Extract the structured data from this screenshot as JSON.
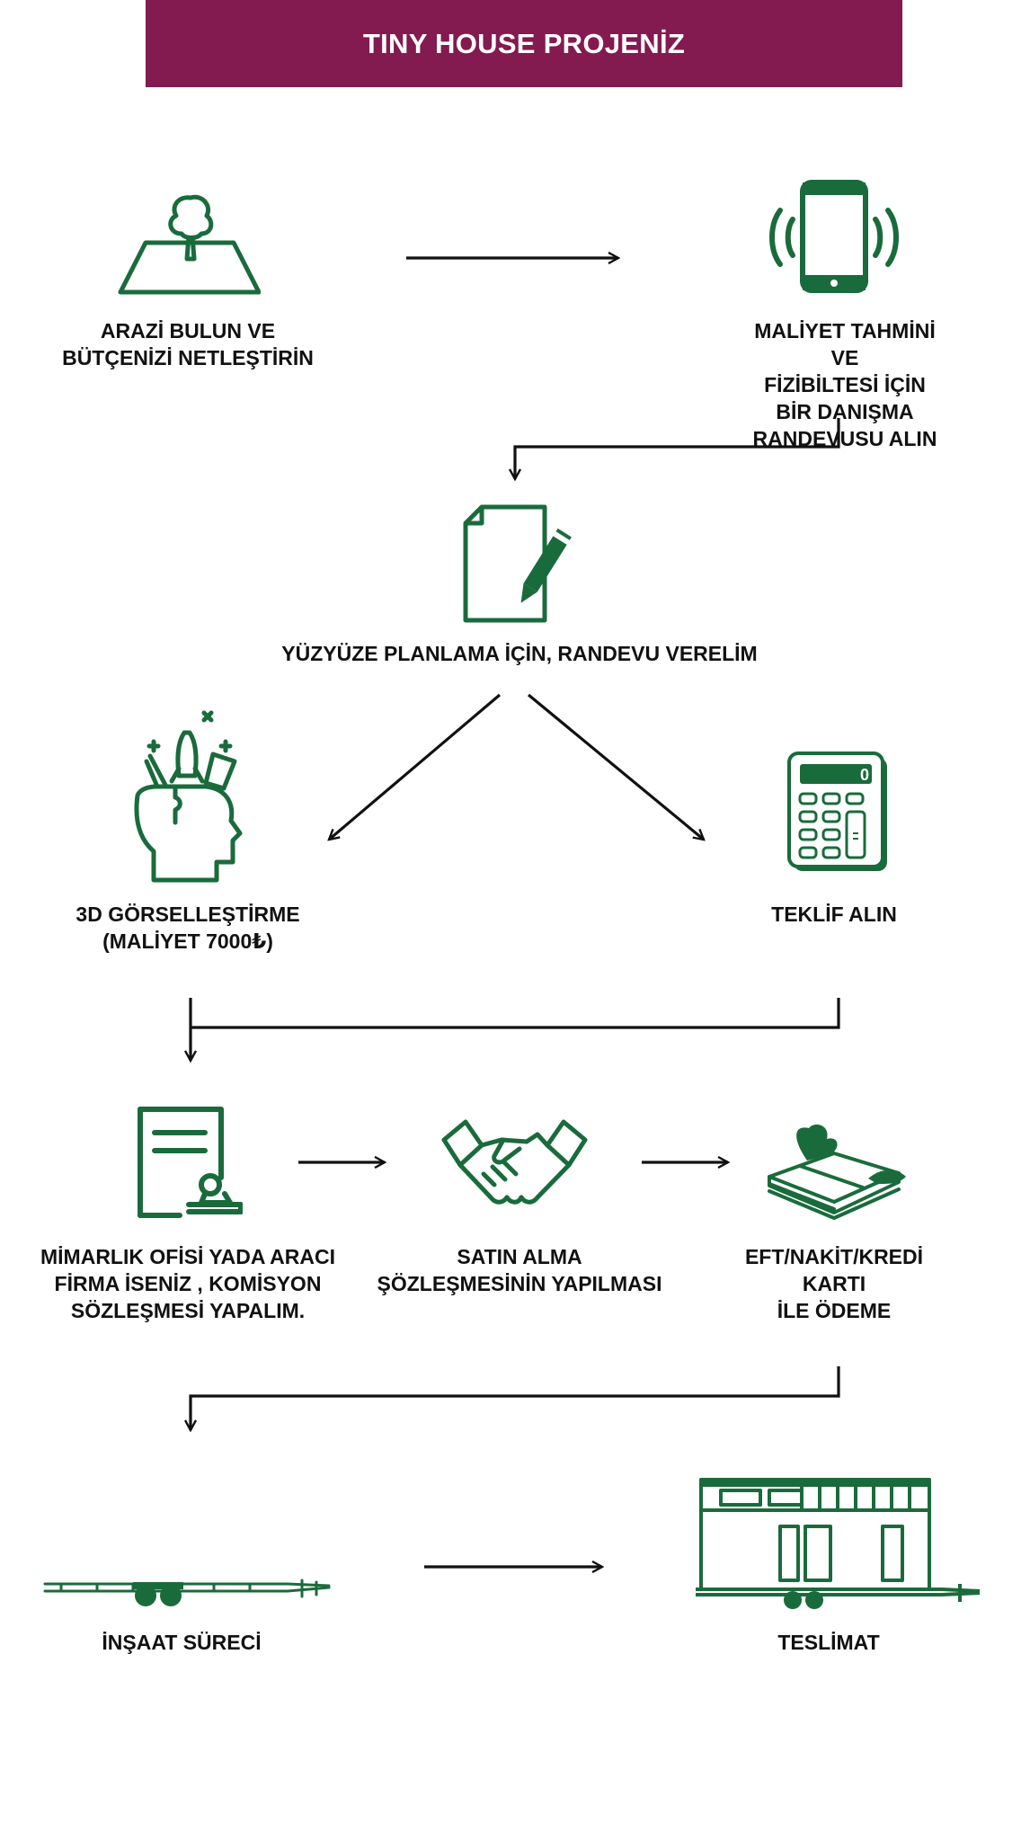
{
  "header": {
    "title": "TINY HOUSE PROJENİZ"
  },
  "colors": {
    "header_bg": "#831a50",
    "icon_green": "#1a6b3c",
    "arrow": "#111111"
  },
  "steps": [
    {
      "label": "ARAZİ BULUN VE\nBÜTÇENİZİ NETLEŞTİRİN",
      "icon": "land-tree-icon"
    },
    {
      "label": "MALİYET TAHMİNİ VE\nFİZİBİLTESİ İÇİN BİR DANIŞMA\nRANDEVUSU ALIN",
      "icon": "smartphone-icon"
    },
    {
      "label": "YÜZYÜZE PLANLAMA İÇİN, RANDEVU VERELİM",
      "icon": "document-pen-icon"
    },
    {
      "label": "3D GÖRSELLEŞTİRME\n(MALİYET 7000₺)",
      "icon": "creative-head-icon"
    },
    {
      "label": "TEKLİF ALIN",
      "icon": "calculator-icon"
    },
    {
      "label": "MİMARLIK OFİSİ YADA ARACI\nFİRMA İSENİZ , KOMİSYON\nSÖZLEŞMESİ YAPALIM.",
      "icon": "contract-stamp-icon"
    },
    {
      "label": "SATIN ALMA\nŞÖZLEŞMESİNİN YAPILMASI",
      "icon": "handshake-icon"
    },
    {
      "label": "EFT/NAKİT/KREDİ KARTI\nİLE ÖDEME",
      "icon": "flying-money-icon"
    },
    {
      "label": "İNŞAAT SÜRECİ",
      "icon": "trailer-chassis-icon"
    },
    {
      "label": "TESLİMAT",
      "icon": "tiny-house-icon"
    }
  ]
}
